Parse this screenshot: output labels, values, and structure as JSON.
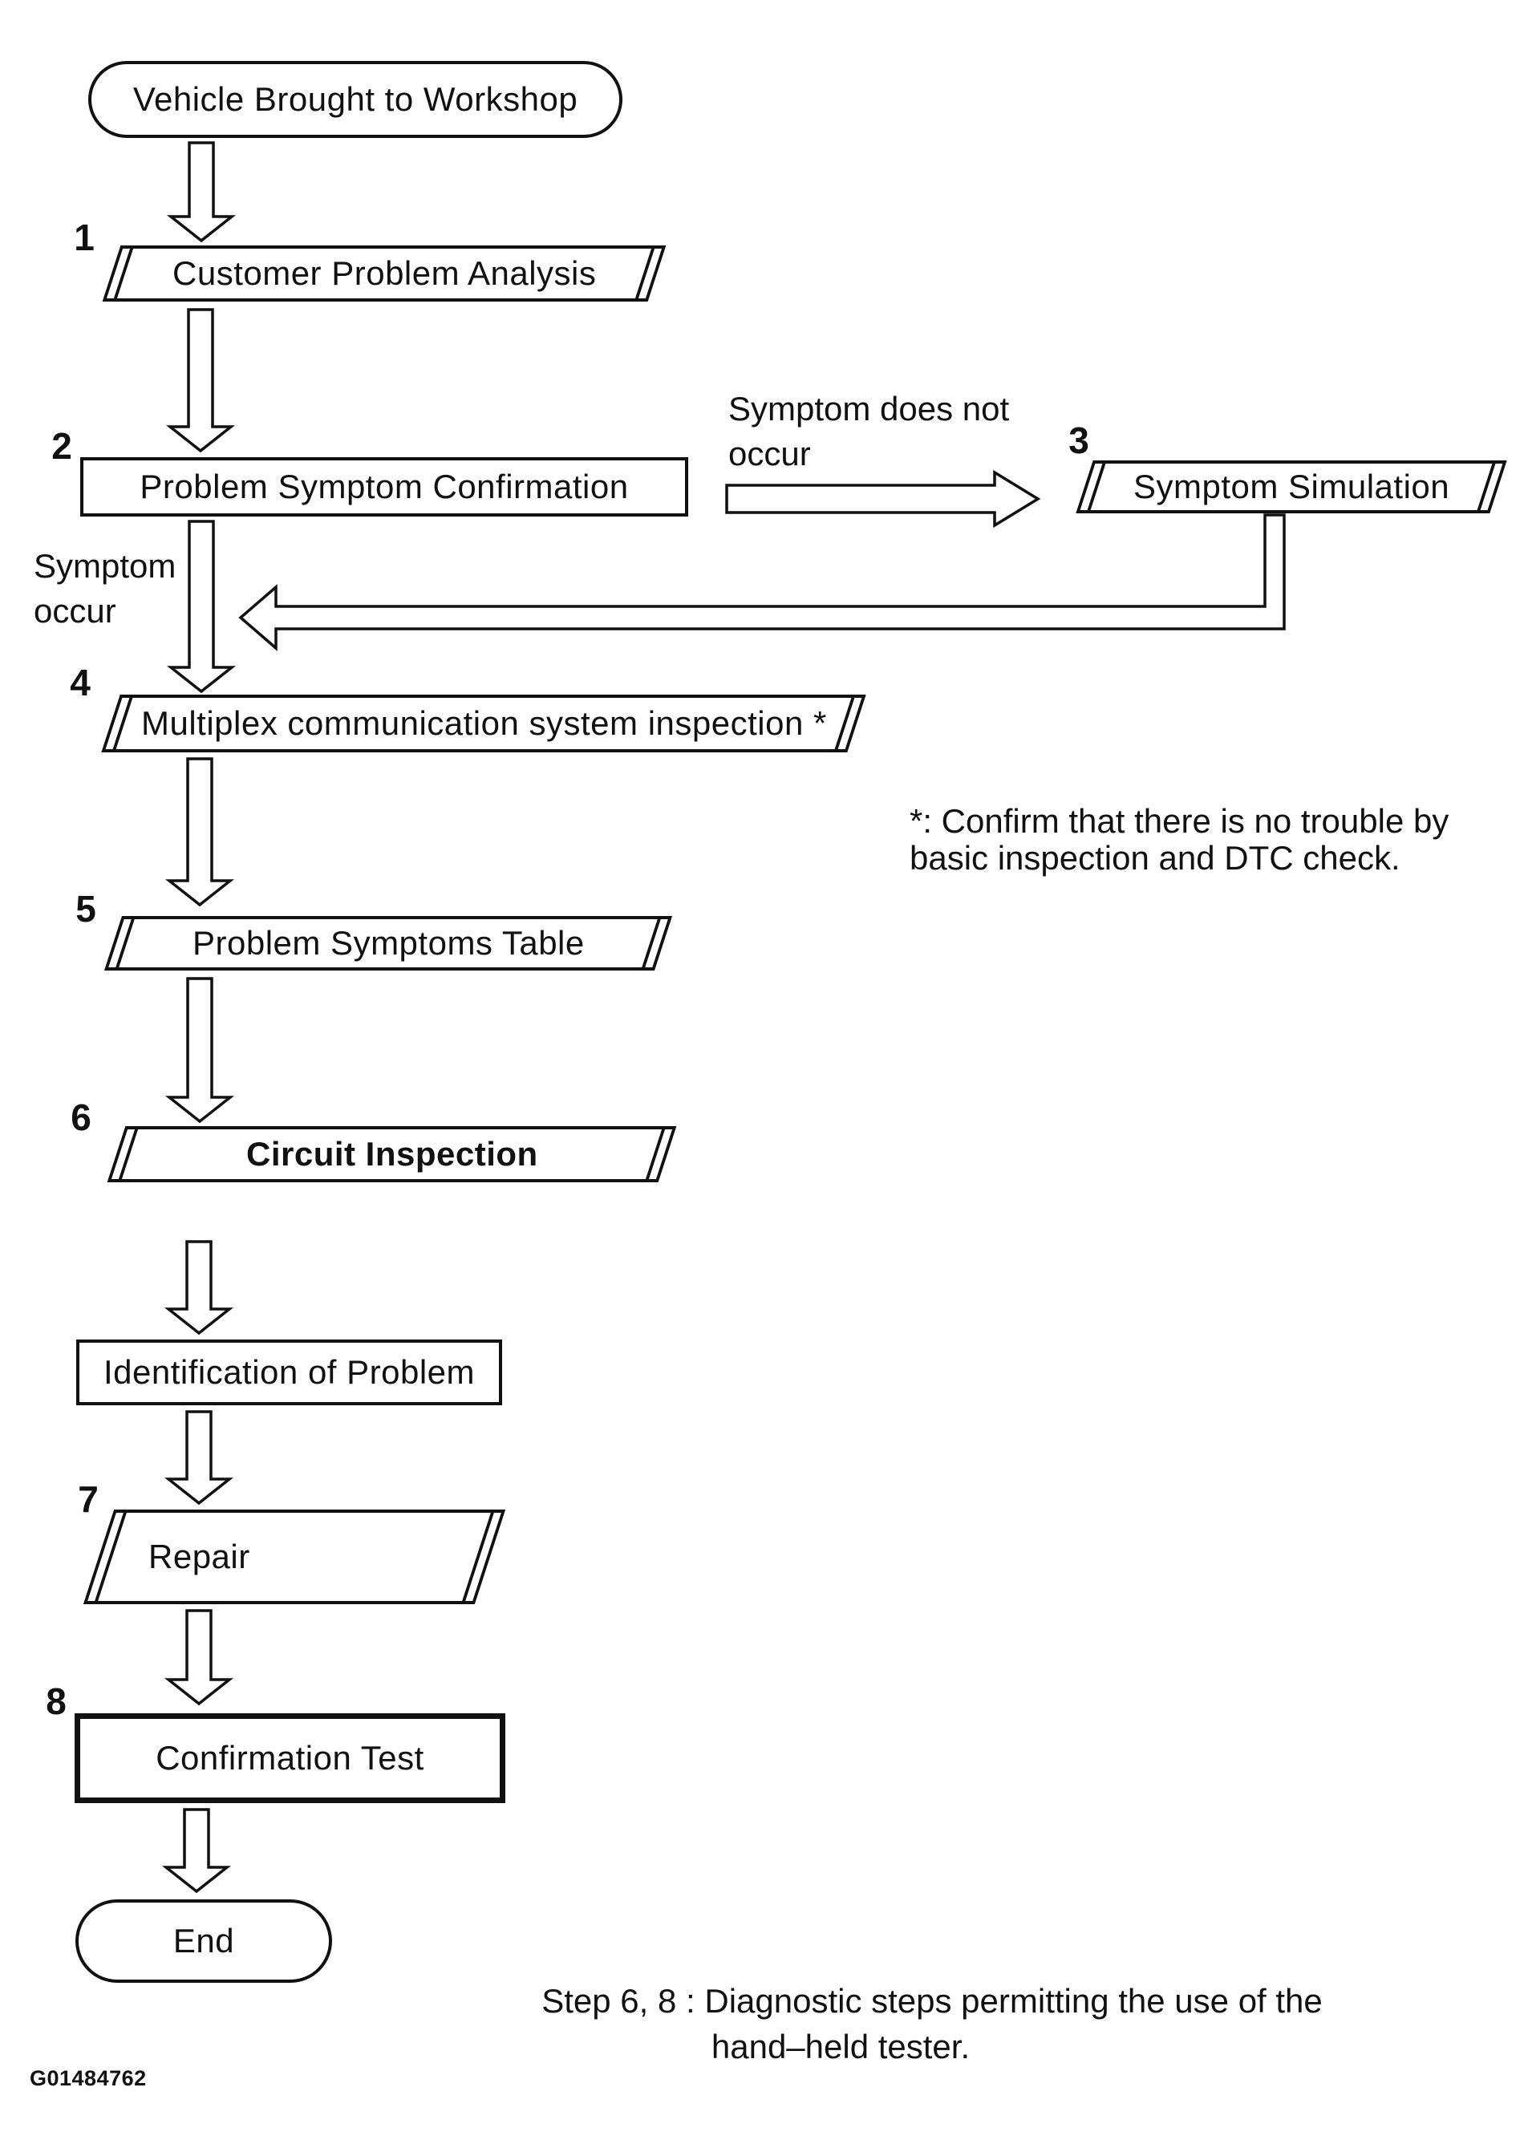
{
  "flowchart": {
    "title_hint": "Vehicle diagnostic troubleshooting flowchart",
    "colors": {
      "ink": "#111111",
      "paper": "#ffffff"
    },
    "start": {
      "label": "Vehicle Brought to Workshop"
    },
    "steps": [
      {
        "num": "1",
        "label": "Customer Problem Analysis"
      },
      {
        "num": "2",
        "label": "Problem Symptom Confirmation"
      },
      {
        "num": "3",
        "label": "Symptom Simulation"
      },
      {
        "num": "4",
        "label": "Multiplex communication system inspection *"
      },
      {
        "num": "5",
        "label": "Problem Symptoms Table"
      },
      {
        "num": "6",
        "label": "Circuit Inspection"
      },
      {
        "num": "7",
        "label": "Repair"
      },
      {
        "num": "8",
        "label": "Confirmation Test"
      }
    ],
    "identification": {
      "label": "Identification of Problem"
    },
    "end": {
      "label": "End"
    },
    "branch_no": {
      "line1": "Symptom does not",
      "line2": "occur"
    },
    "branch_yes": {
      "line1": "Symptom",
      "line2": "occur"
    },
    "note": {
      "line1": "*: Confirm that there is no trouble by",
      "line2": "basic inspection and DTC check."
    },
    "caption": {
      "line1": "Step 6, 8 : Diagnostic steps permitting the use of the",
      "line2": "hand–held tester."
    },
    "figure_id": "G01484762"
  }
}
